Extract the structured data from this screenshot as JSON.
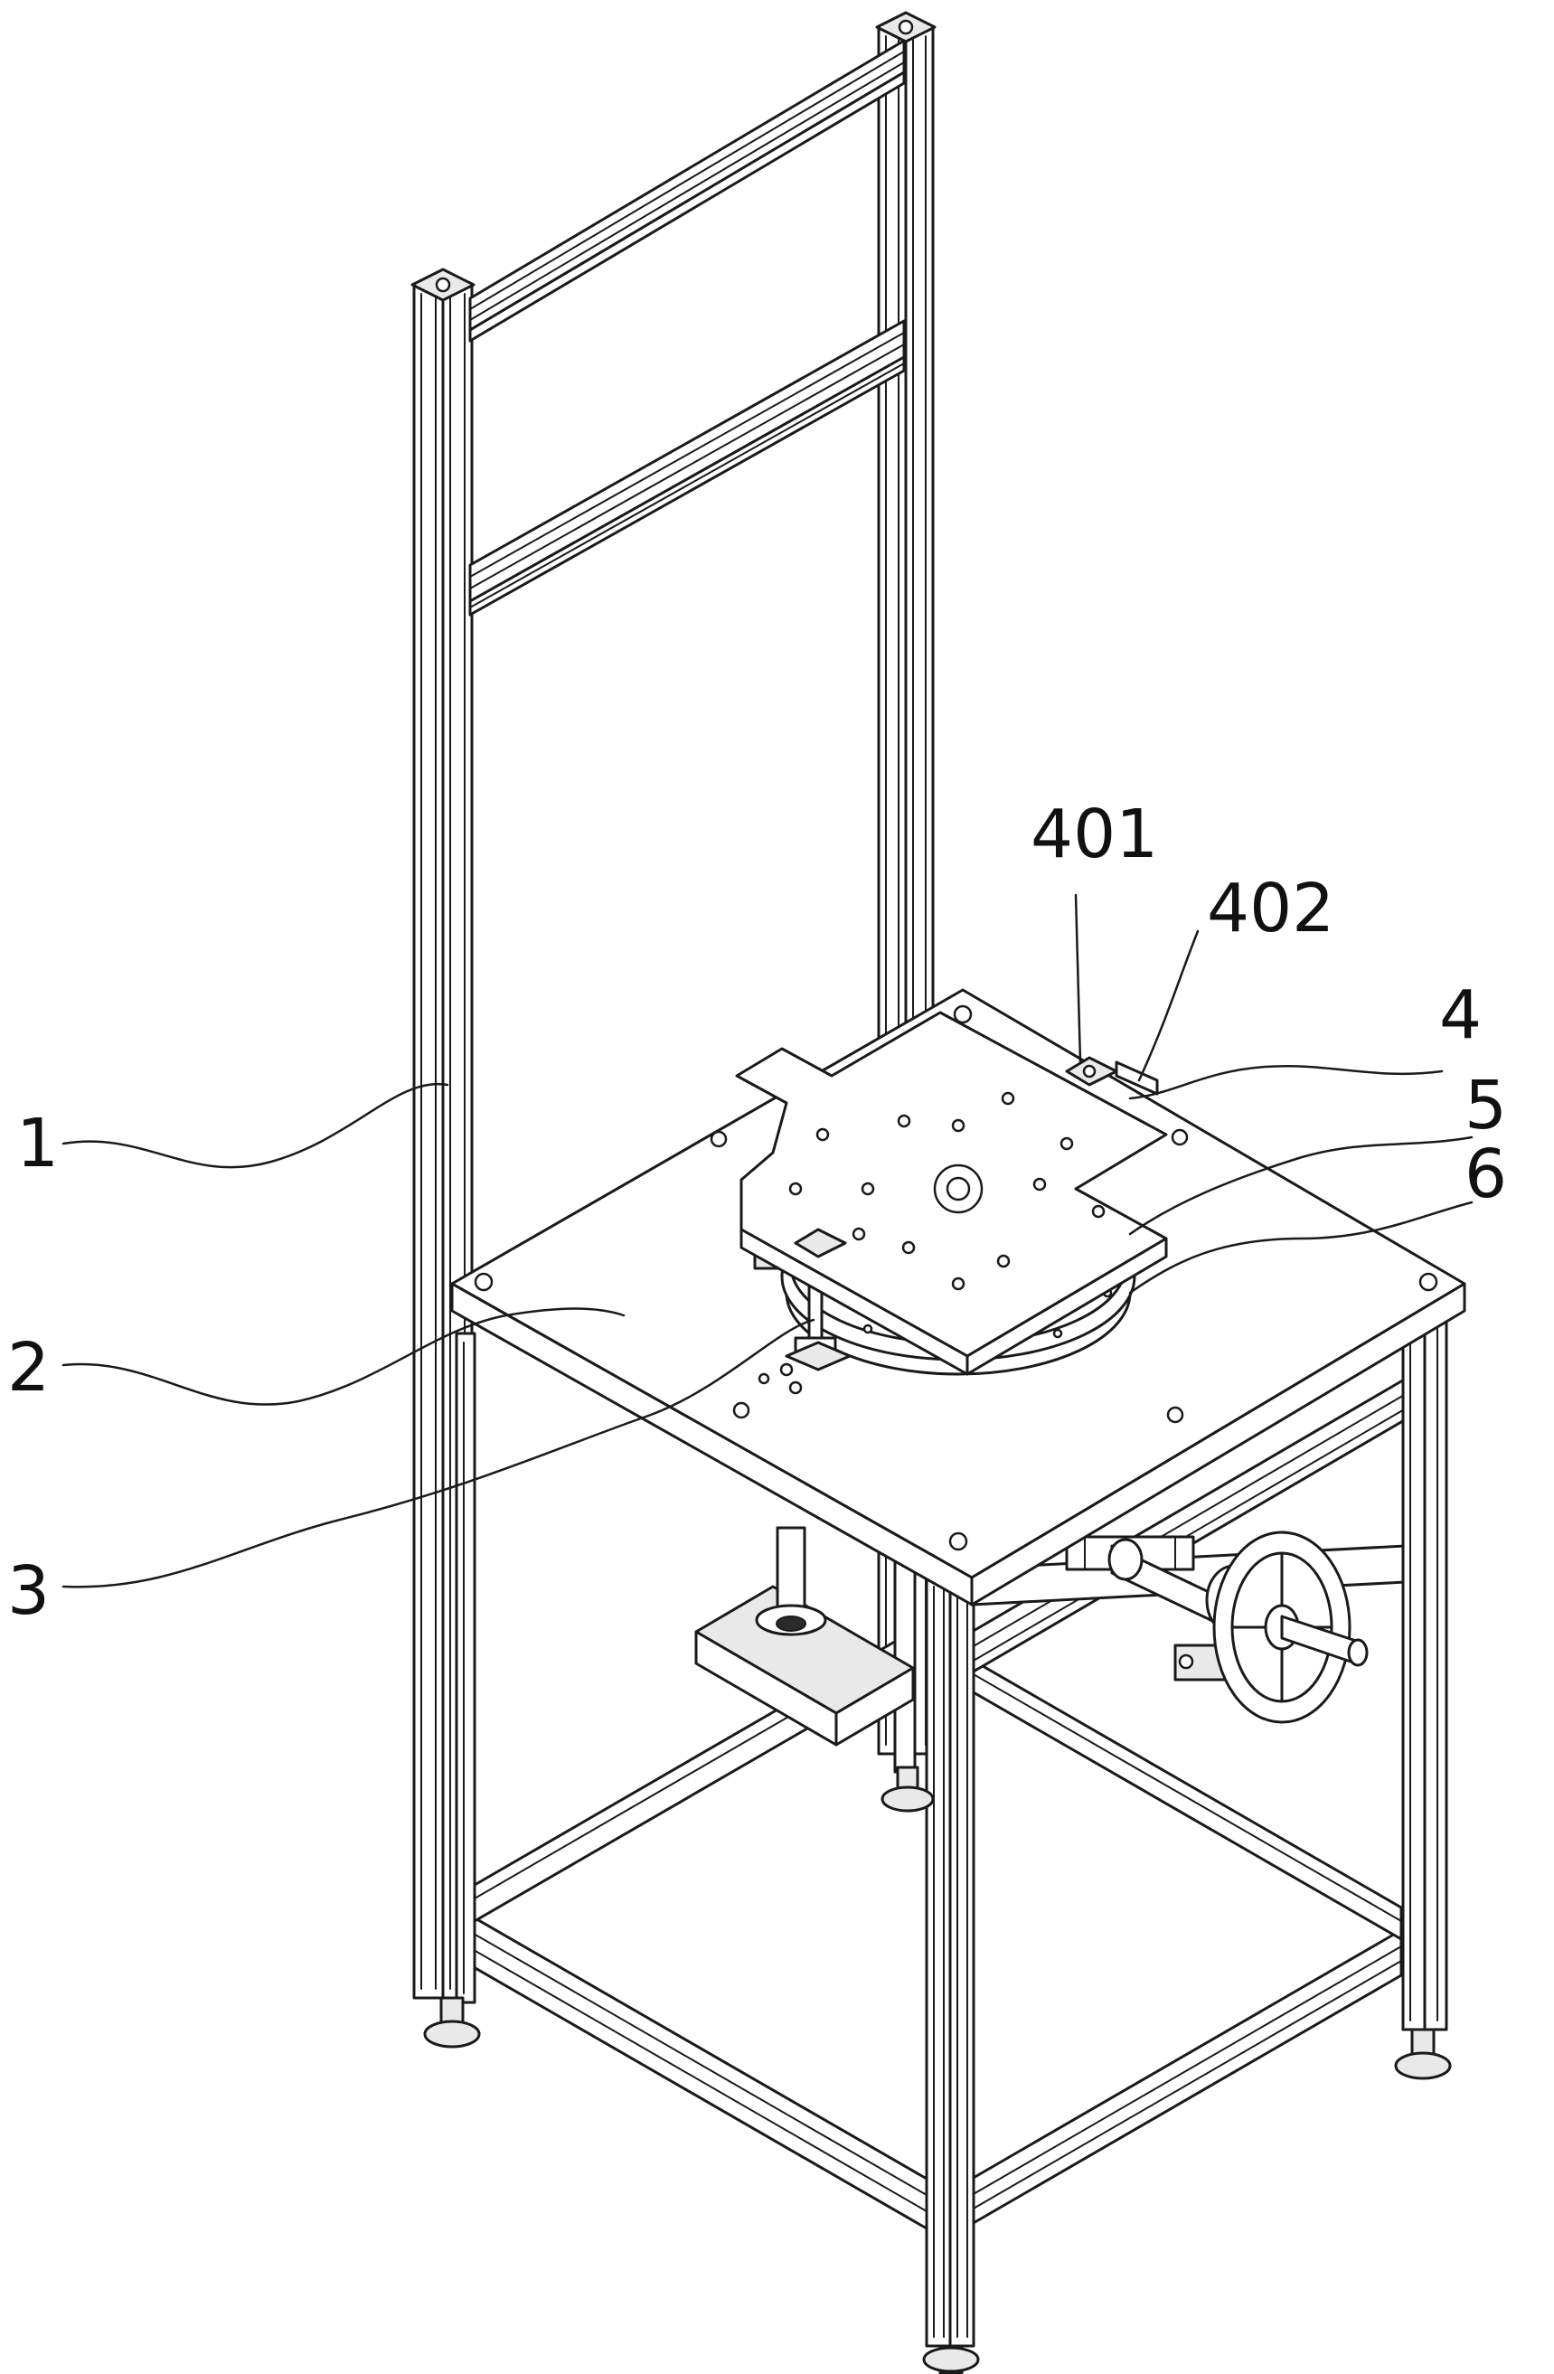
{
  "figure": {
    "labels": [
      {
        "id": "1",
        "text": "1"
      },
      {
        "id": "2",
        "text": "2"
      },
      {
        "id": "3",
        "text": "3"
      },
      {
        "id": "4",
        "text": "4"
      },
      {
        "id": "5",
        "text": "5"
      },
      {
        "id": "6",
        "text": "6"
      },
      {
        "id": "401",
        "text": "401"
      },
      {
        "id": "402",
        "text": "402"
      }
    ]
  }
}
